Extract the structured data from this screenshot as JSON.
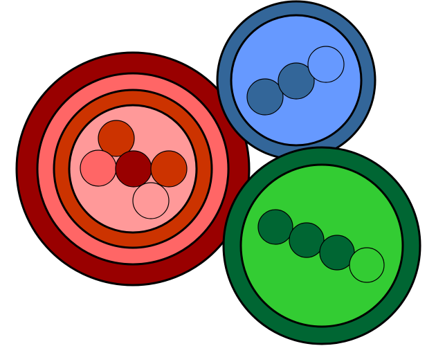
{
  "colors": {
    "outline": "#000000",
    "red_outer": "#990000",
    "red_ring2": "#ff6666",
    "red_ring3": "#cc3300",
    "red_inner": "#ff9999",
    "blue_outer": "#336699",
    "blue_inner": "#6699ff",
    "green_outer": "#006633",
    "green_inner": "#33cc33"
  },
  "groups": [
    {
      "name": "red-group",
      "rings": [
        "red_outer",
        "red_ring2",
        "red_ring3",
        "red_inner"
      ],
      "items": [
        "red_ring3",
        "red_ring2",
        "red_outer",
        "red_ring3",
        "red_inner"
      ]
    },
    {
      "name": "blue-group",
      "rings": [
        "blue_outer",
        "blue_inner"
      ],
      "items": [
        "blue_outer",
        "blue_outer",
        "blue_inner"
      ]
    },
    {
      "name": "green-group",
      "rings": [
        "green_outer",
        "green_inner"
      ],
      "items": [
        "green_outer",
        "green_outer",
        "green_outer",
        "green_inner"
      ]
    }
  ]
}
